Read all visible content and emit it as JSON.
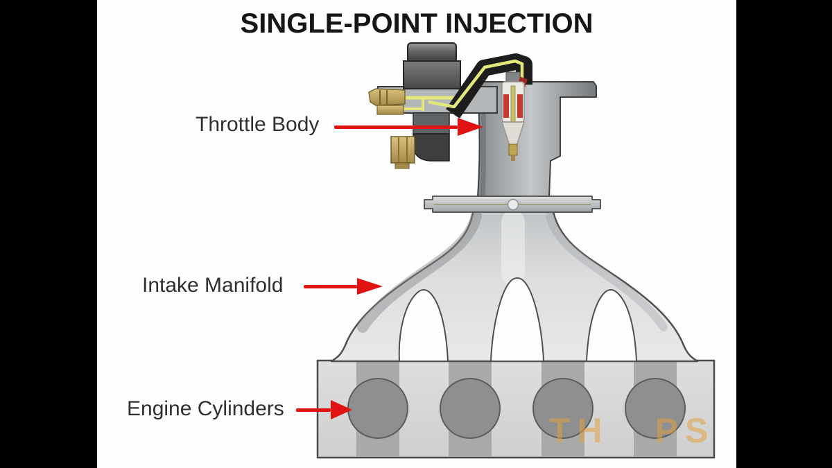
{
  "scene": {
    "description": "Cutaway technical illustration of a single-point (throttle body) fuel injection system feeding an intake manifold and four engine cylinders",
    "type": "labeled-diagram"
  },
  "title": {
    "text": "SINGLE-POINT INJECTION"
  },
  "labels": {
    "throttle_body": {
      "text": "Throttle Body"
    },
    "intake_manifold": {
      "text": "Intake Manifold"
    },
    "engine_cylinders": {
      "text": "Engine Cylinders"
    }
  },
  "watermark": {
    "text": "TH PS"
  },
  "diagram": {
    "cylinder_count": 4,
    "components": [
      "fuel-pressure-regulator",
      "fuel-rail",
      "fuel-inlet-fittings",
      "fuel-line",
      "fuel-injector",
      "throttle-body",
      "mounting-flange",
      "intake-manifold",
      "engine-block",
      "cylinder-bores"
    ]
  },
  "colors": {
    "background_bars": "#000000",
    "canvas": "#fefefe",
    "arrow": "#e01212",
    "title_text": "#161616",
    "label_text": "#2f2f2f",
    "watermark": "#e2a23f",
    "fuel_line_yellow": "#e4e87c",
    "injector_red": "#c23b2e",
    "brass": "#c3a75e",
    "metal_light": "#d9dadb",
    "metal_mid": "#9aa0a2",
    "metal_dark": "#4a4a4a"
  }
}
